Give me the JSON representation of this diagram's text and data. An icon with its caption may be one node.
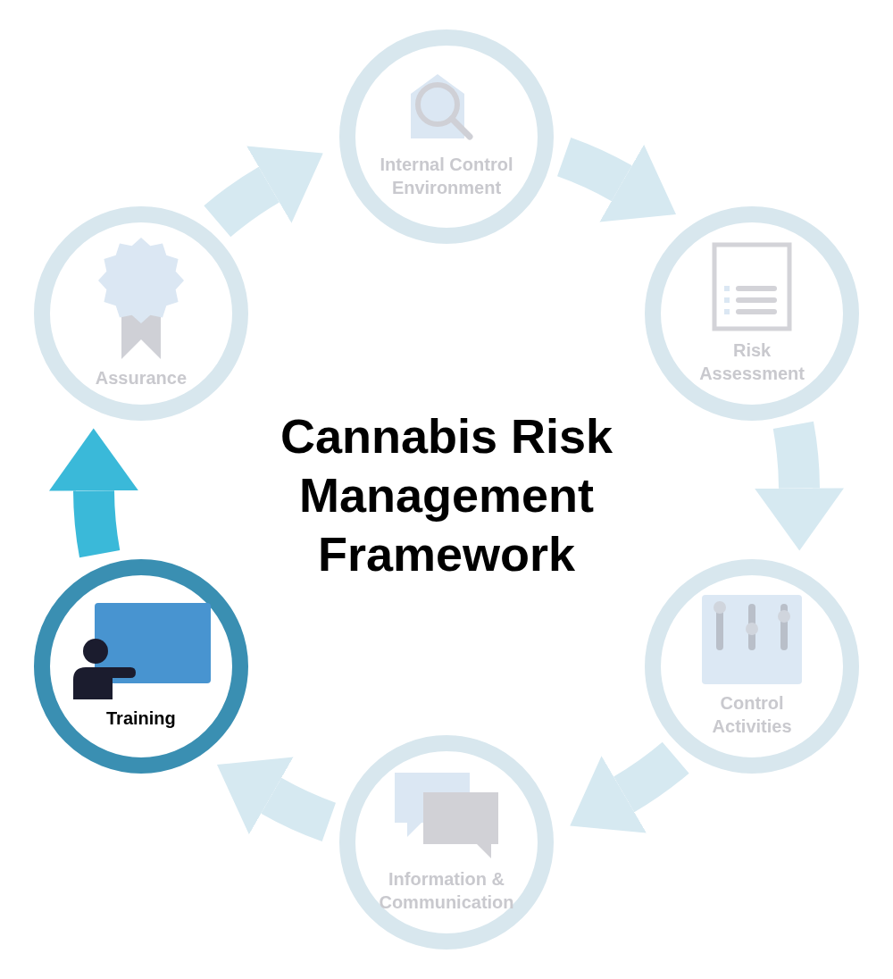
{
  "diagram": {
    "title": "Cannabis Risk Management Framework",
    "nodes": [
      {
        "text": [
          "Internal Control Environment"
        ]
      },
      {
        "text": [
          "Risk Assessment"
        ]
      },
      {
        "text": [
          "Control Activities"
        ]
      },
      {
        "text": [
          "Information & Communication"
        ]
      },
      {
        "text": [
          "Training"
        ]
      },
      {
        "text": [
          "Assurance"
        ]
      }
    ],
    "edges": [
      {
        "from": 0,
        "to": 1,
        "arrow": "to"
      },
      {
        "from": 1,
        "to": 2,
        "arrow": "to"
      },
      {
        "from": 2,
        "to": 3,
        "arrow": "to"
      },
      {
        "from": 3,
        "to": 4,
        "arrow": "to"
      },
      {
        "from": 4,
        "to": 5,
        "arrow": "to",
        "color": "#3ab9d9"
      },
      {
        "from": 5,
        "to": 0,
        "arrow": "to"
      }
    ]
  }
}
